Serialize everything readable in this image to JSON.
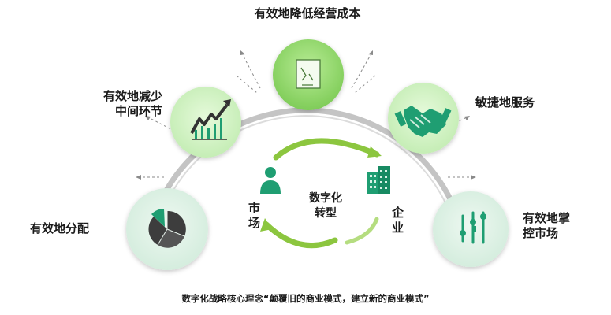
{
  "nodes": {
    "top": {
      "label": "有效地降低经营成本"
    },
    "upper_left": {
      "label": "有效地减少\n中间环节"
    },
    "upper_right": {
      "label": "敏捷地服务"
    },
    "lower_left": {
      "label": "有效地分配"
    },
    "lower_right": {
      "label": "有效地掌\n控市场"
    }
  },
  "center": {
    "title": "数字化\n转型",
    "left_label": "市\n场",
    "right_label": "企\n业"
  },
  "caption": "数字化战略核心理念“颠覆旧的商业模式，建立新的商业模式”",
  "colors": {
    "circle_light": "#c9f0bf",
    "circle_pale": "#d8efe1",
    "circle_top": "#8fd46a",
    "arrow_green": "#8cc63f",
    "icon_teal": "#1f9e72",
    "icon_dark": "#3d3d3d",
    "arc_gray": "#b5b5b5"
  }
}
